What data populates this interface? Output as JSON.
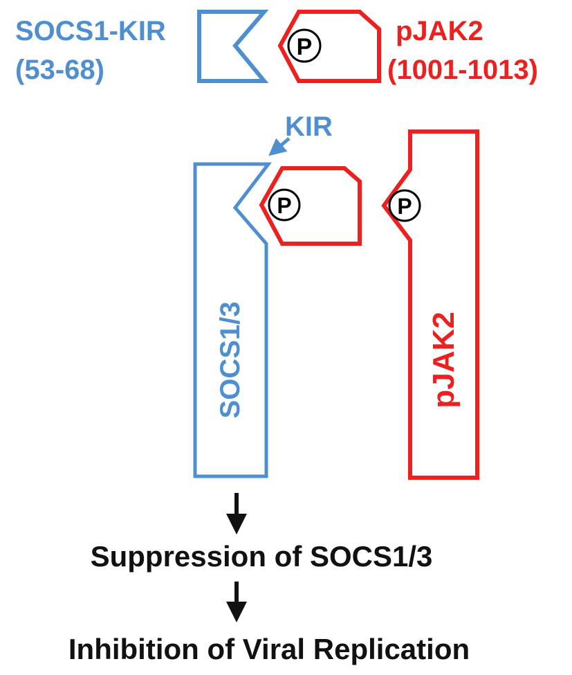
{
  "labels": {
    "socs1_kir_line1": "SOCS1-KIR",
    "socs1_kir_line2": "(53-68)",
    "pjak2_peptide_line1": "pJAK2",
    "pjak2_peptide_line2": "(1001-1013)",
    "kir_callout": "KIR",
    "socs13_vertical": "SOCS1/3",
    "pjak2_vertical": "pJAK2",
    "phospho_symbol": "P",
    "step_suppression": "Suppression of SOCS1/3",
    "step_inhibition": "Inhibition of Viral Replication"
  },
  "colors": {
    "socs_blue": "#4f8fd0",
    "jak_red": "#ee1f1f",
    "flow_black": "#111111"
  }
}
